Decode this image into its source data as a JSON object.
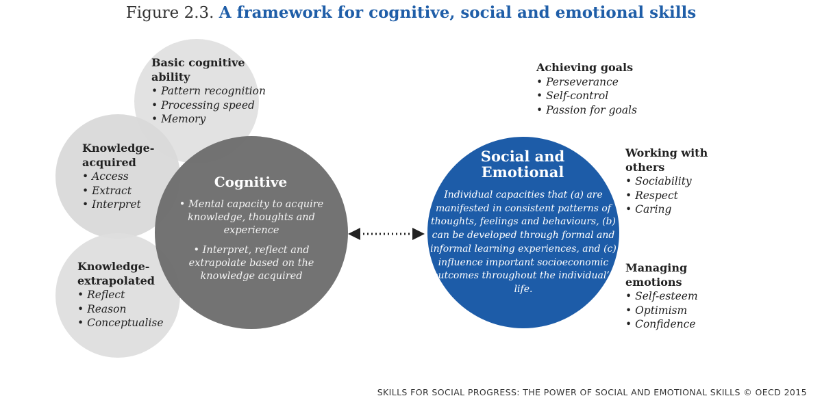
{
  "title": {
    "figure_label": "Figure 2.3.",
    "text": "A framework for cognitive, social and emotional skills"
  },
  "cognitive": {
    "title": "Cognitive",
    "points": [
      "Mental capacity to acquire knowledge, thoughts and experience",
      "Interpret, reflect and extrapolate based on the knowledge acquired"
    ],
    "satellites": [
      {
        "heading": "Basic cognitive ability",
        "items": [
          "Pattern recognition",
          "Processing speed",
          "Memory"
        ]
      },
      {
        "heading": "Knowledge-acquired",
        "items": [
          "Access",
          "Extract",
          "Interpret"
        ]
      },
      {
        "heading": "Knowledge-extrapolated",
        "items": [
          "Reflect",
          "Reason",
          "Conceptualise"
        ]
      }
    ]
  },
  "social_emotional": {
    "title": "Social and Emotional",
    "description": "Individual capacities that (a) are manifested in consistent patterns of thoughts, feelings and behaviours, (b) can be developed through formal and informal learning experiences, and (c) influence important socioeconomic outcomes throughout the individual’s life.",
    "groups": [
      {
        "heading": "Achieving goals",
        "items": [
          "Perseverance",
          "Self-control",
          "Passion for goals"
        ]
      },
      {
        "heading": "Working with others",
        "items": [
          "Sociability",
          "Respect",
          "Caring"
        ]
      },
      {
        "heading": "Managing emotions",
        "items": [
          "Self-esteem",
          "Optimism",
          "Confidence"
        ]
      }
    ]
  },
  "footer": "SKILLS FOR SOCIAL PROGRESS: THE POWER OF SOCIAL AND EMOTIONAL SKILLS © OECD 2015",
  "colors": {
    "title_blue": "#1f5ea8",
    "cognitive_grey": "#6d6d6d",
    "satellite_grey": "#dcdcdc",
    "social_blue": "#1d5ca8"
  }
}
